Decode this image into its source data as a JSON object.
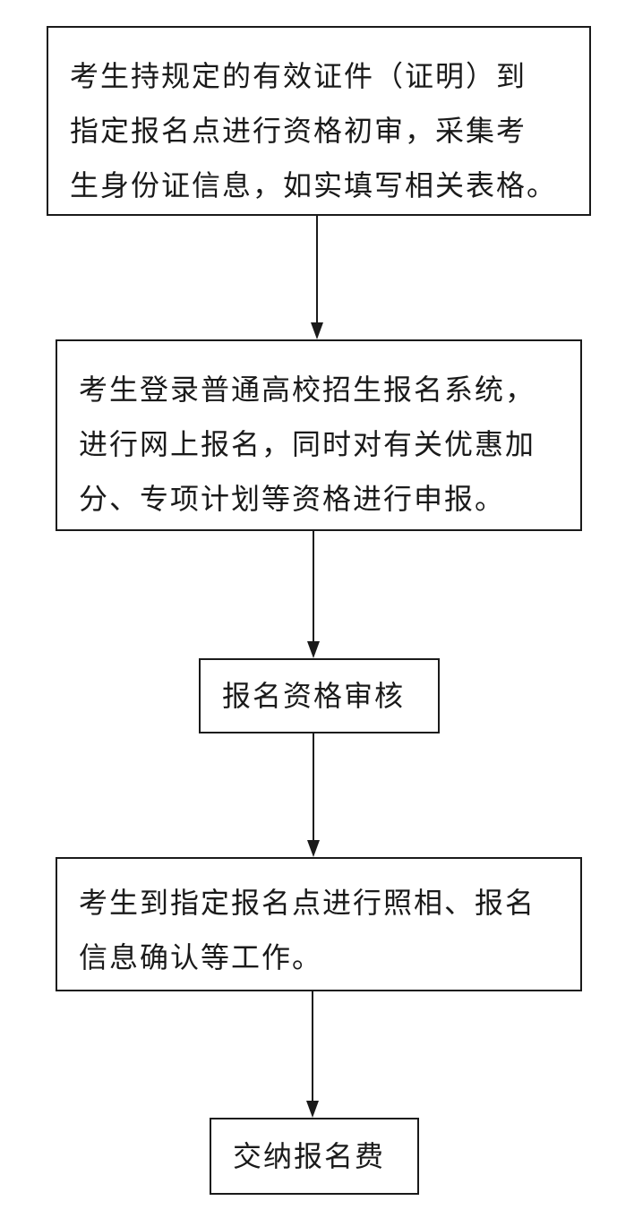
{
  "flowchart": {
    "steps": [
      {
        "lines": [
          "考生持规定的有效证件（证明）到",
          "指定报名点进行资格初审，采集考",
          "生身份证信息，如实填写相关表格。"
        ]
      },
      {
        "lines": [
          "考生登录普通高校招生报名系统，",
          "进行网上报名，同时对有关优惠加",
          "分、专项计划等资格进行申报。"
        ]
      },
      {
        "lines": [
          "报名资格审核"
        ]
      },
      {
        "lines": [
          "考生到指定报名点进行照相、报名",
          "信息确认等工作。"
        ]
      },
      {
        "lines": [
          "交纳报名费"
        ]
      }
    ]
  }
}
